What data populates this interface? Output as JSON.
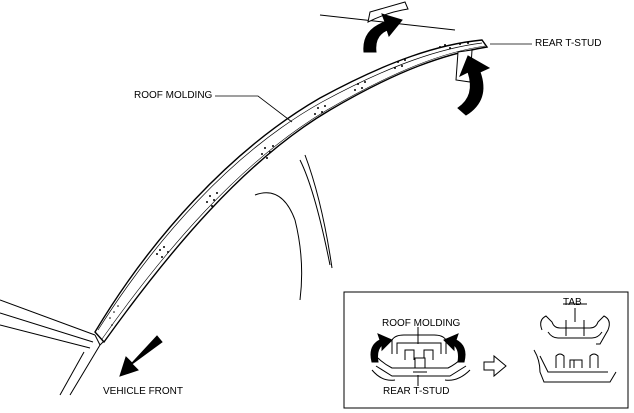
{
  "labels": {
    "rear_t_stud": "REAR T-STUD",
    "roof_molding": "ROOF MOLDING",
    "vehicle_front": "VEHICLE FRONT",
    "tab": "TAB",
    "inset_roof_molding": "ROOF MOLDING",
    "inset_rear_t_stud": "REAR T-STUD"
  },
  "icons": {
    "lift_arrow": "curved-arrow-icon",
    "front_direction": "down-left-arrow-icon",
    "step_arrow": "hollow-right-arrow-icon"
  },
  "colors": {
    "line": "#000000",
    "background": "#ffffff"
  }
}
